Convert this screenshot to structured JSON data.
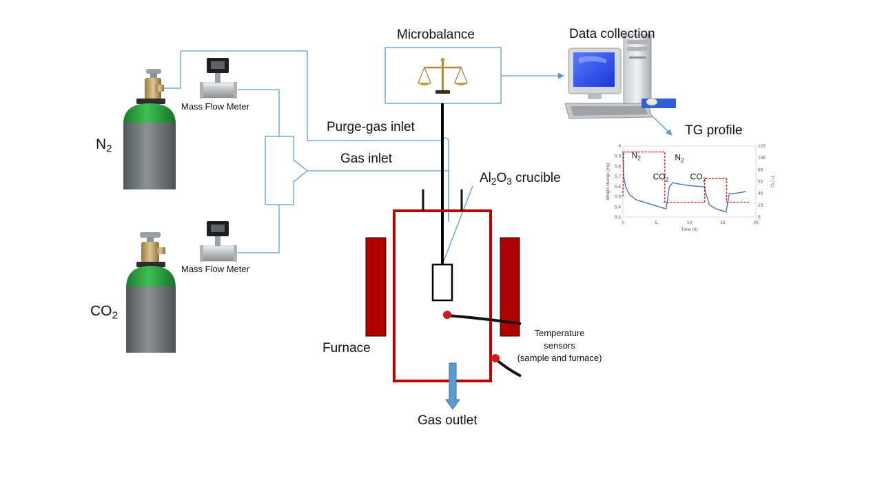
{
  "labels": {
    "microbalance": "Microbalance",
    "data_collection": "Data collection",
    "tg_profile": "TG profile",
    "purge_gas_inlet": "Purge-gas inlet",
    "gas_inlet": "Gas inlet",
    "crucible_pre": "Al",
    "crucible_sub1": "2",
    "crucible_mid": "O",
    "crucible_sub2": "3",
    "crucible_post": " crucible",
    "mass_flow_meter_top": "Mass Flow Meter",
    "mass_flow_meter_bottom": "Mass Flow Meter",
    "n2_main": "N",
    "n2_sub": "2",
    "co2_main": "CO",
    "co2_sub": "2",
    "furnace": "Furnace",
    "temperature_sensors_l1": "Temperature",
    "temperature_sensors_l2": "sensors",
    "temperature_sensors_l3": "(sample and furnace)",
    "gas_outlet": "Gas outlet"
  },
  "colors": {
    "line_blue": "#5b9bd5",
    "furnace_red": "#c00000",
    "heater_red": "#b00000",
    "cylinder_green": "#2e9e3e",
    "cylinder_gray": "#6e7677",
    "weight_curve": "#4472c4",
    "temp_curve": "#e00000"
  },
  "chart_data": {
    "type": "line",
    "title": "",
    "xlabel": "Time (h)",
    "ylabel": "Weight change (mg)",
    "y2label": "Tᶜ (°C)",
    "xlim": [
      0,
      20
    ],
    "ylim": [
      5.3,
      6.0
    ],
    "y2lim": [
      5,
      125
    ],
    "x_ticks": [
      "0",
      "5",
      "10",
      "15",
      "20"
    ],
    "y_ticks": [
      "5.3",
      "5.4",
      "5.5",
      "5.6",
      "5.7",
      "5.8",
      "5.9",
      "6"
    ],
    "y2_ticks": [
      "5",
      "25",
      "45",
      "65",
      "85",
      "105",
      "125"
    ],
    "annotations": [
      {
        "main": "N",
        "sub": "2",
        "x": 2.0,
        "y": 5.88
      },
      {
        "main": "CO",
        "sub": "2",
        "x": 5.7,
        "y": 5.67
      },
      {
        "main": "N",
        "sub": "2",
        "x": 8.5,
        "y": 5.86
      },
      {
        "main": "CO",
        "sub": "2",
        "x": 11.3,
        "y": 5.67
      }
    ],
    "series": [
      {
        "role": "weight",
        "axis": "left",
        "style": "solid",
        "points": [
          [
            0,
            5.95
          ],
          [
            0.1,
            5.7
          ],
          [
            0.4,
            5.6
          ],
          [
            1,
            5.52
          ],
          [
            2,
            5.47
          ],
          [
            3,
            5.45
          ],
          [
            4,
            5.43
          ],
          [
            5,
            5.41
          ],
          [
            6,
            5.39
          ],
          [
            6.5,
            5.38
          ],
          [
            6.6,
            5.43
          ],
          [
            7,
            5.6
          ],
          [
            7.5,
            5.64
          ],
          [
            8,
            5.63
          ],
          [
            9,
            5.62
          ],
          [
            10,
            5.61
          ],
          [
            12,
            5.6
          ],
          [
            12.3,
            5.6
          ],
          [
            12.4,
            5.55
          ],
          [
            13,
            5.42
          ],
          [
            14,
            5.38
          ],
          [
            15,
            5.36
          ],
          [
            15.5,
            5.35
          ],
          [
            15.6,
            5.38
          ],
          [
            16,
            5.53
          ],
          [
            16.5,
            5.53
          ],
          [
            17.5,
            5.54
          ],
          [
            18.5,
            5.55
          ]
        ]
      },
      {
        "role": "temperature",
        "axis": "right",
        "style": "dashed",
        "points": [
          [
            0,
            40
          ],
          [
            0.1,
            115
          ],
          [
            6.3,
            115
          ],
          [
            6.3,
            30
          ],
          [
            12.3,
            30
          ],
          [
            12.3,
            70
          ],
          [
            15.6,
            70
          ],
          [
            15.6,
            30
          ],
          [
            19,
            30
          ]
        ]
      }
    ]
  }
}
